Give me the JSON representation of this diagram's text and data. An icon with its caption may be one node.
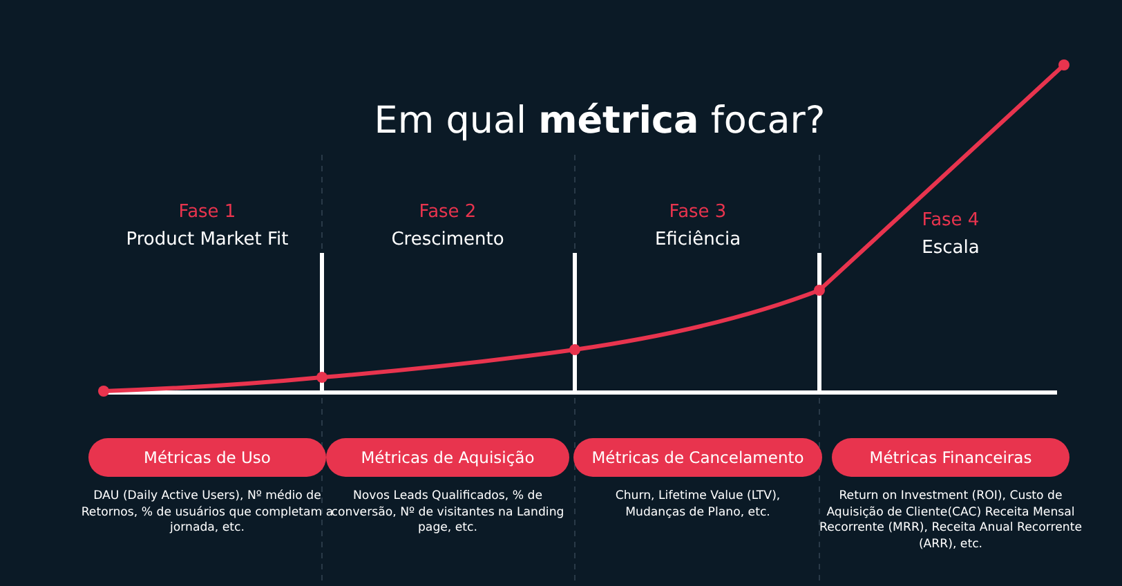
{
  "diagram": {
    "title": "Em qual **métrica** focar?",
    "nodes": [
      {
        "text": [
          "Métricas de Uso"
        ],
        "beside": [
          "DAU (Daily Active Users), Nº médio de Retornos, % de usuários que completam a jornada, etc."
        ]
      },
      {
        "text": [
          "Métricas de Aquisição"
        ],
        "beside": [
          "Novos Leads Qualificados, % de conversão, Nº de visitantes na Landing page, etc."
        ]
      },
      {
        "text": [
          "Métricas de Cancelamento"
        ],
        "beside": [
          "Churn, Lifetime Value (LTV), Mudanças de Plano, etc."
        ]
      },
      {
        "text": [
          "Métricas Financeiras"
        ],
        "beside": [
          "Return on Investment (ROI), Custo de Aquisição de Cliente(CAC) Receita Mensal Recorrente (MRR), Receita Anual Recorrente (ARR), etc."
        ]
      }
    ],
    "edges": [],
    "labels": [
      "Fase 1",
      "Product Market Fit",
      "Fase 2",
      "Crescimento",
      "Fase 3",
      "Eficiência",
      "Fase 4",
      "Escala"
    ]
  }
}
